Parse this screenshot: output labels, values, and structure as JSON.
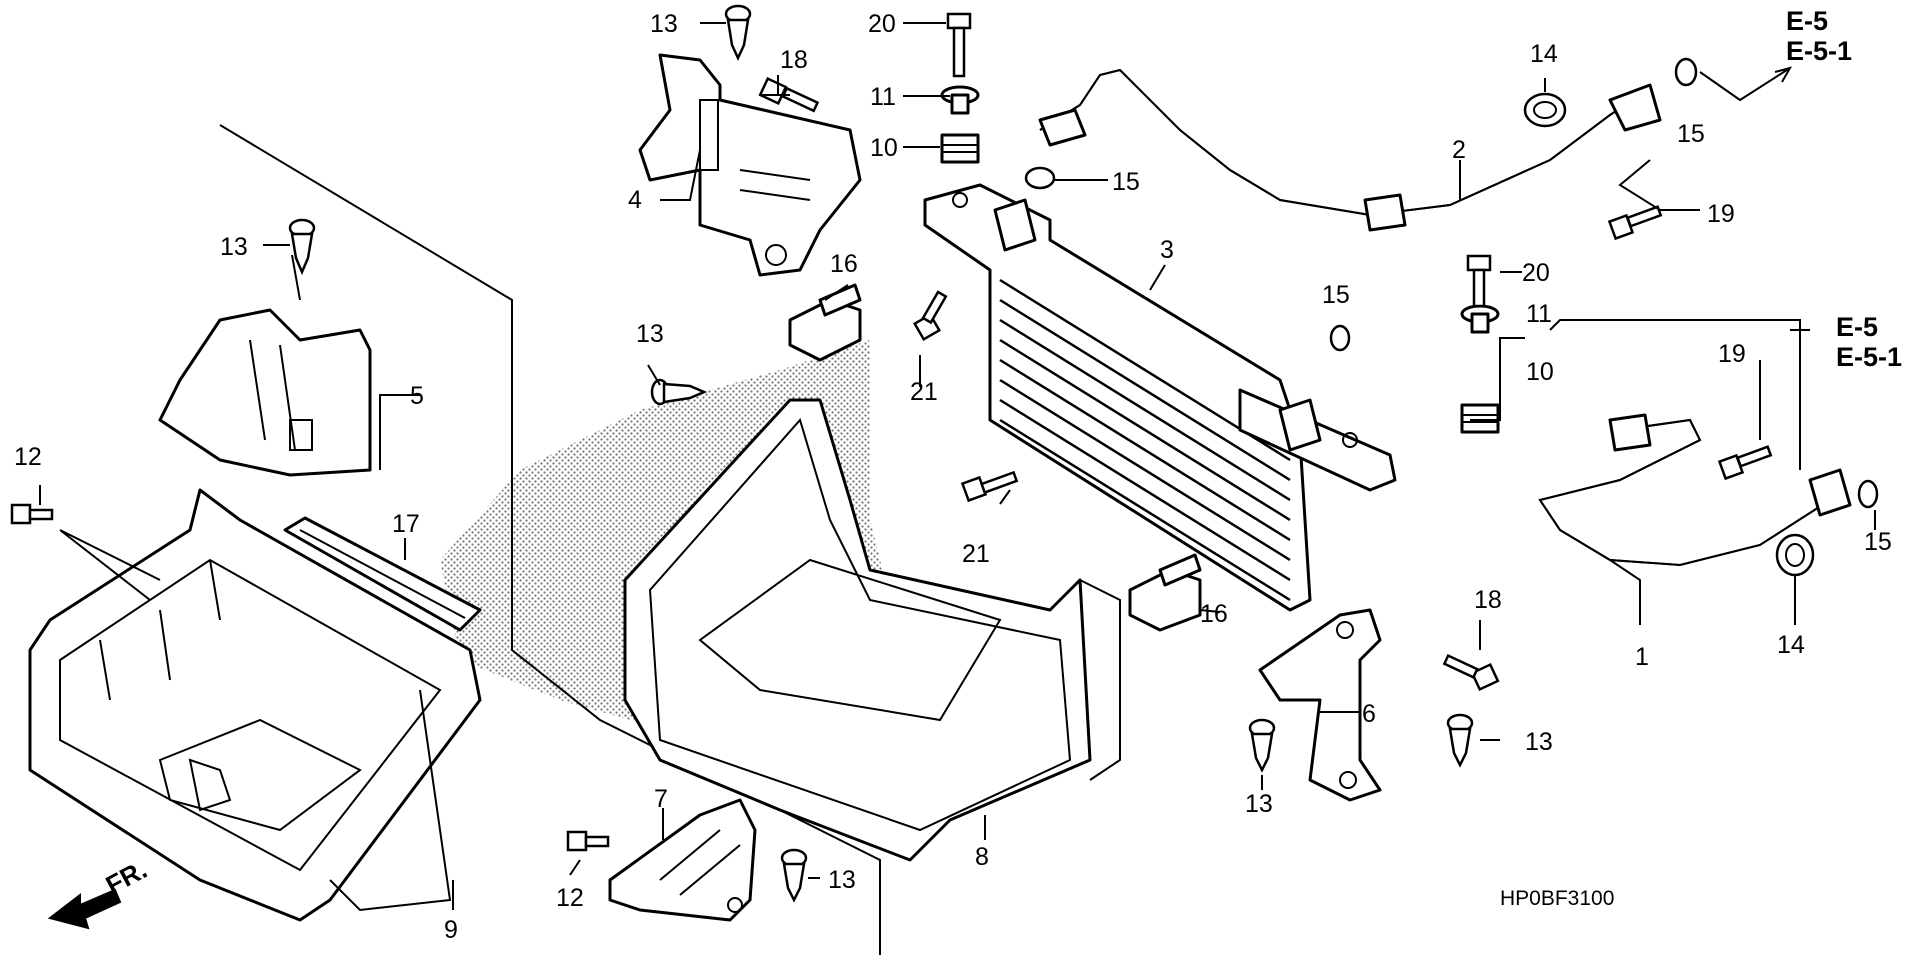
{
  "diagram": {
    "code": "HP0BF3100",
    "front_marker": "FR.",
    "references": {
      "upper": [
        "E-5",
        "E-5-1"
      ],
      "lower": [
        "E-5",
        "E-5-1"
      ]
    },
    "callouts": [
      {
        "id": "c13a",
        "text": "13"
      },
      {
        "id": "c20a",
        "text": "20"
      },
      {
        "id": "c18a",
        "text": "18"
      },
      {
        "id": "c11a",
        "text": "11"
      },
      {
        "id": "c10a",
        "text": "10"
      },
      {
        "id": "c4",
        "text": "4"
      },
      {
        "id": "c15a",
        "text": "15"
      },
      {
        "id": "c14a",
        "text": "14"
      },
      {
        "id": "c15b",
        "text": "15"
      },
      {
        "id": "c2",
        "text": "2"
      },
      {
        "id": "c19a",
        "text": "19"
      },
      {
        "id": "c13b",
        "text": "13"
      },
      {
        "id": "c3",
        "text": "3"
      },
      {
        "id": "c16a",
        "text": "16"
      },
      {
        "id": "c5",
        "text": "5"
      },
      {
        "id": "c13c",
        "text": "13"
      },
      {
        "id": "c21a",
        "text": "21"
      },
      {
        "id": "c20b",
        "text": "20"
      },
      {
        "id": "c15c",
        "text": "15"
      },
      {
        "id": "c11b",
        "text": "11"
      },
      {
        "id": "c10b",
        "text": "10"
      },
      {
        "id": "c19b",
        "text": "19"
      },
      {
        "id": "c12a",
        "text": "12"
      },
      {
        "id": "c17",
        "text": "17"
      },
      {
        "id": "c21b",
        "text": "21"
      },
      {
        "id": "c15d",
        "text": "15"
      },
      {
        "id": "c16b",
        "text": "16"
      },
      {
        "id": "c18b",
        "text": "18"
      },
      {
        "id": "c1",
        "text": "1"
      },
      {
        "id": "c14b",
        "text": "14"
      },
      {
        "id": "c6",
        "text": "6"
      },
      {
        "id": "c13d",
        "text": "13"
      },
      {
        "id": "c13e",
        "text": "13"
      },
      {
        "id": "c7",
        "text": "7"
      },
      {
        "id": "c8",
        "text": "8"
      },
      {
        "id": "c13f",
        "text": "13"
      },
      {
        "id": "c12b",
        "text": "12"
      },
      {
        "id": "c9",
        "text": "9"
      }
    ]
  }
}
